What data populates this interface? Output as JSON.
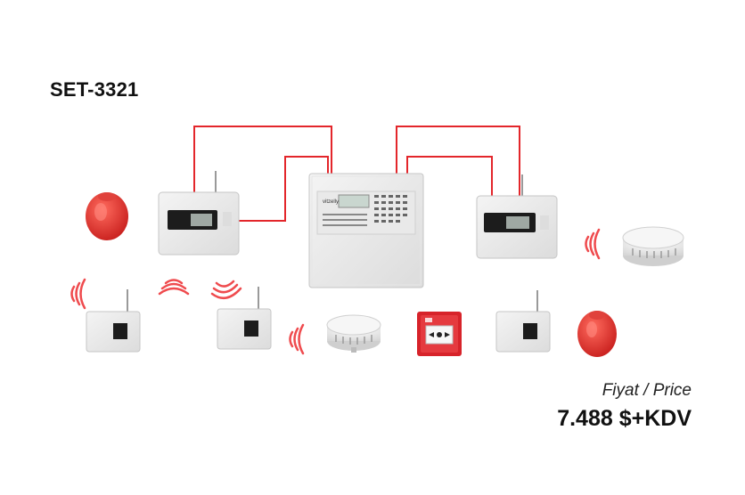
{
  "product": {
    "code": "SET-3321"
  },
  "price": {
    "label": "Fiyat / Price",
    "value": "7.488 $+KDV"
  },
  "colors": {
    "wire": "#e3262b",
    "sounder": "#e8322f",
    "panel": "#ececec",
    "call_point": "#d7232a"
  },
  "devices": {
    "main_panel": "fire-alarm-control-panel",
    "expanders": [
      "wireless-expander-left",
      "wireless-expander-right"
    ],
    "detectors": [
      "smoke-detector",
      "smoke-detector"
    ],
    "sounders": [
      "siren",
      "siren"
    ],
    "call_point": "manual-call-point",
    "wireless_modules": [
      "wireless-module",
      "wireless-module",
      "wireless-module"
    ]
  }
}
